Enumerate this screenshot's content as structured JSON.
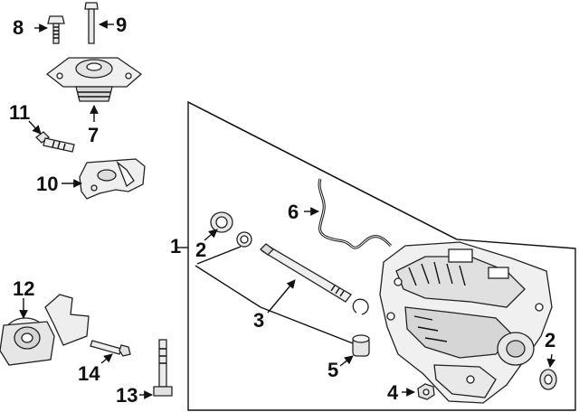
{
  "callouts": {
    "c1": "1",
    "c2a": "2",
    "c2b": "2",
    "c3": "3",
    "c4": "4",
    "c5": "5",
    "c6": "6",
    "c7": "7",
    "c8": "8",
    "c9": "9",
    "c10": "10",
    "c11": "11",
    "c12": "12",
    "c13": "13",
    "c14": "14"
  },
  "colors": {
    "ink": "#111111",
    "part_fill": "#f2f2f2",
    "part_shade": "#d4d4d4",
    "accent": "#ffffff"
  }
}
